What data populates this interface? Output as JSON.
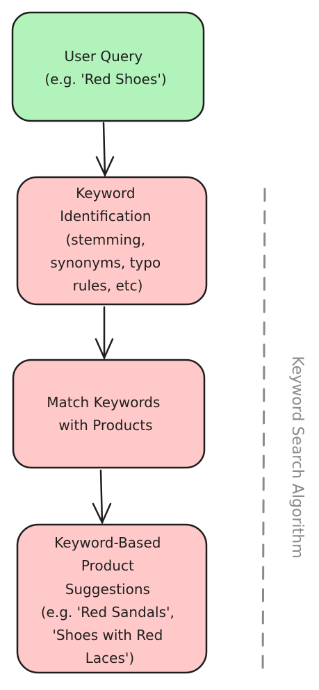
{
  "nodes": [
    {
      "id": "user-query",
      "lines": [
        "User Query",
        "(e.g. 'Red Shoes')"
      ],
      "fill": "#b2f2bb"
    },
    {
      "id": "keyword-identification",
      "lines": [
        "Keyword",
        "Identification",
        "(stemming,",
        "synonyms, typo",
        "rules, etc)"
      ],
      "fill": "#ffc9c9"
    },
    {
      "id": "match-keywords",
      "lines": [
        "Match Keywords",
        "with Products"
      ],
      "fill": "#ffc9c9"
    },
    {
      "id": "suggestions",
      "lines": [
        "Keyword-Based",
        "Product",
        "Suggestions",
        "(e.g. 'Red Sandals',",
        "'Shoes with Red",
        "Laces')"
      ],
      "fill": "#ffc9c9"
    }
  ],
  "side_label": "Keyword Search Algorithm",
  "colors": {
    "stroke": "#1e1e1e",
    "divider": "#8a8a8a"
  }
}
